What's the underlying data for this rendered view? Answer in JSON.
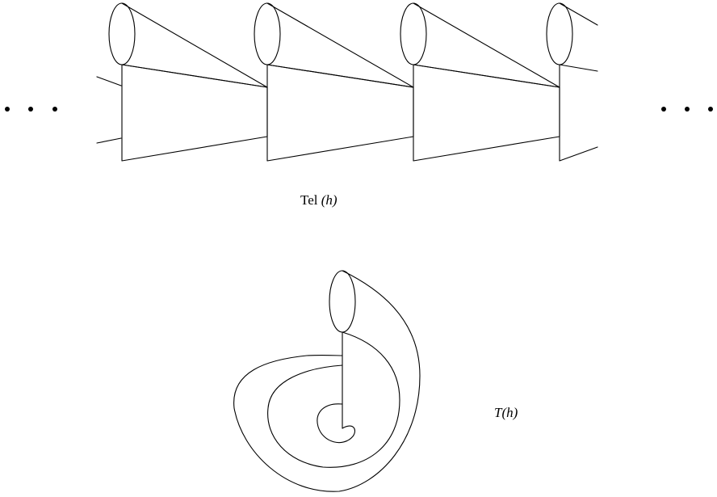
{
  "labels": {
    "telescope_label": {
      "roman": "Tel ",
      "italic": "(h)"
    },
    "torus_label": {
      "italic": "T(h)"
    }
  },
  "ellipsis_left": "• • •",
  "ellipsis_right": "• • •",
  "stroke_color": "#000000",
  "background_color": "#ffffff"
}
